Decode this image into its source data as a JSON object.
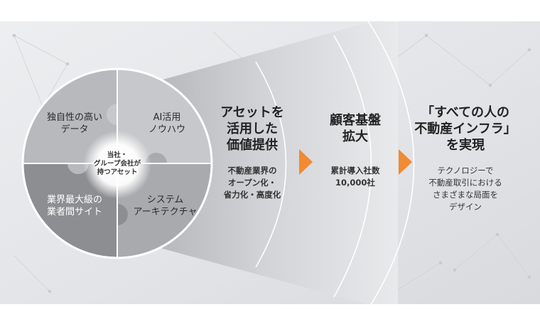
{
  "puzzle": {
    "quadrants": {
      "top_left": "独自性の高い\nデータ",
      "top_right": "AI活用\nノウハウ",
      "bottom_left": "業界最大級の\n業者間サイト",
      "bottom_right": "システム\nアーキテクチャ"
    },
    "center": "当社・\nグループ会社が\n持つアセット"
  },
  "stage1": {
    "heading": "アセットを\n活用した\n価値提供",
    "detail": "不動産業界の\nオープン化・\n省力化・高度化"
  },
  "stage2": {
    "heading": "顧客基盤\n拡大",
    "detail": "累計導入社数\n10,000社"
  },
  "stage3": {
    "heading": "「すべての人の\n不動産インフラ」\nを実現",
    "detail": "テクノロジーで\n不動産取引における\nさまざまな局面を\nデザイン"
  },
  "colors": {
    "background": "#e6e7ea",
    "arrow": "#f08a33",
    "piece_light": "#b5b6ba",
    "piece_mid": "#a8a9ad",
    "piece_dark": "#88898c",
    "center_glow": "#ffffff"
  }
}
